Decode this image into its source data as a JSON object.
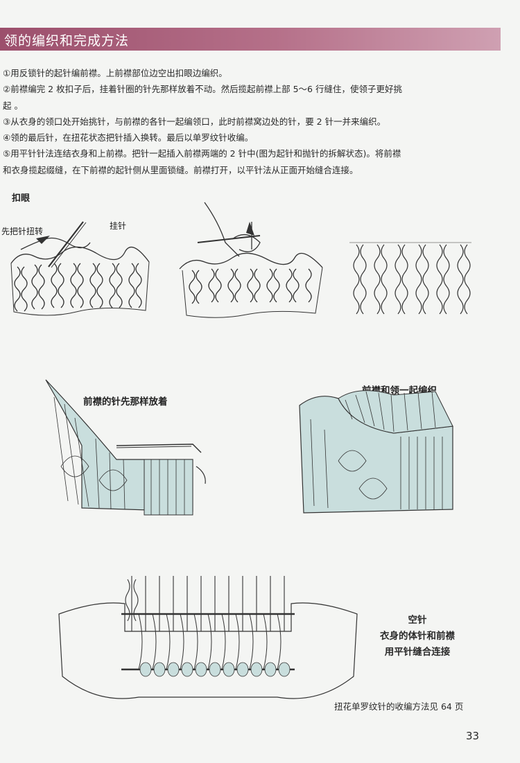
{
  "header": {
    "title": "领的编织和完成方法",
    "color": "#a85b78"
  },
  "instructions": [
    "①用反锁针的起针编前襟。上前襟部位边空出扣眼边编织。",
    "②前襟编完 2 枚扣子后，挂着针圈的针先那样放着不动。然后揽起前襟上部 5～6 行缝住，使领子更好挑",
    "起 。",
    "③从衣身的领口处开始挑针，与前襟的各针一起编领口，此时前襟窝边处的针，要 2 针一并来编织。",
    "④领的最后针，在扭花状态把针插入换转。最后以单罗纹针收编。",
    "⑤用平针针法连结衣身和上前襟。把针一起插入前襟两端的 2 针中(图为起针和抛针的拆解状态)。将前襟",
    "和衣身揽起缀缝，在下前襟的起针侧从里面锁缝。前襟打开，以平针法从正面开始缝合连接。"
  ],
  "figures": {
    "buttonhole_label": "扣眼",
    "twist_label": "先把针扭转",
    "yarn_over_label": "挂针",
    "front_band_caption": "前襟的针先那样放着",
    "collar_caption": "前襟和领一起编织",
    "grafting_captions": [
      "空针",
      "衣身的体针和前襟",
      "用平针缝合连接"
    ]
  },
  "note": "扭花单罗纹针的收编方法见 64 页",
  "page_number": "33",
  "colors": {
    "fabric_fill": "#c9dedd",
    "stitch_line": "#333333",
    "page_bg": "#f4f5f3"
  }
}
